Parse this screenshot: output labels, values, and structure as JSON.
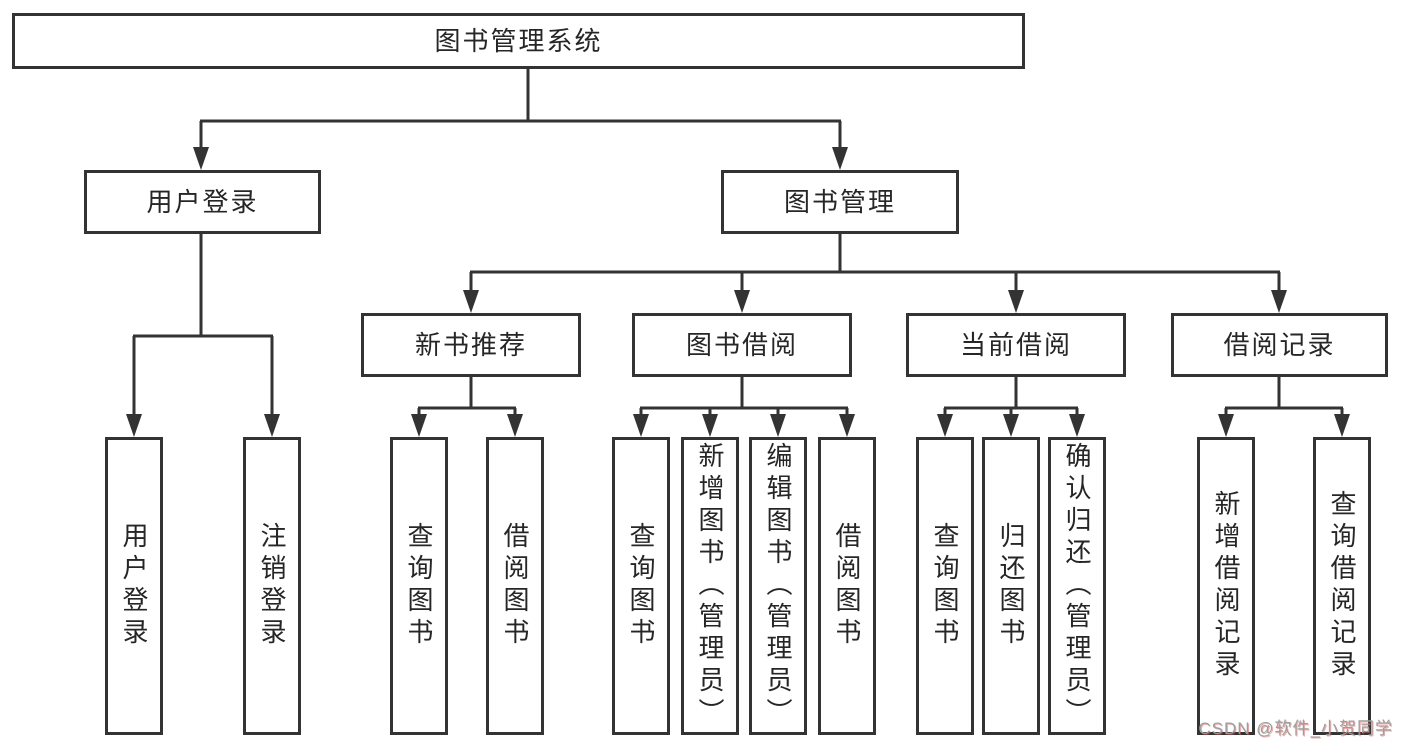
{
  "colors": {
    "line": "#333333",
    "box_border": "#333333",
    "box_background": "#ffffff",
    "text": "#262626",
    "watermark_text": "#9e9e9e",
    "watermark_shadow": "#d95c5c"
  },
  "tree": {
    "root": {
      "label": "图书管理系统"
    },
    "branches": [
      {
        "label": "用户登录",
        "children": [
          {
            "label": "用户登录"
          },
          {
            "label": "注销登录"
          }
        ]
      },
      {
        "label": "图书管理",
        "groups": [
          {
            "label": "新书推荐",
            "children": [
              {
                "label": "查询图书"
              },
              {
                "label": "借阅图书"
              }
            ]
          },
          {
            "label": "图书借阅",
            "children": [
              {
                "label": "查询图书"
              },
              {
                "label": "新增图书（管理员）"
              },
              {
                "label": "编辑图书（管理员）"
              },
              {
                "label": "借阅图书"
              }
            ]
          },
          {
            "label": "当前借阅",
            "children": [
              {
                "label": "查询图书"
              },
              {
                "label": "归还图书"
              },
              {
                "label": "确认归还（管理员）"
              }
            ]
          },
          {
            "label": "借阅记录",
            "children": [
              {
                "label": "新增借阅记录"
              },
              {
                "label": "查询借阅记录"
              }
            ]
          }
        ]
      }
    ]
  },
  "watermark": {
    "text": "CSDN @软件_小贺同学"
  }
}
